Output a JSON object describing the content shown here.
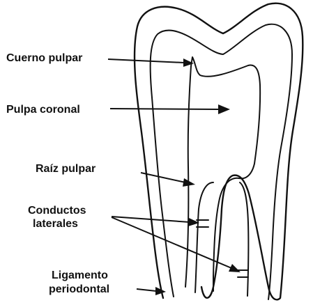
{
  "labels": {
    "pulp_horn": "Cuerno pulpar",
    "coronal_pulp": "Pulpa coronal",
    "root_pulp": "Raíz pulpar",
    "lateral_canals_line1": "Conductos",
    "lateral_canals_line2": "laterales",
    "periodontal_ligament_line1": "Ligamento",
    "periodontal_ligament_line2": "periodontal"
  },
  "colors": {
    "line": "#111111",
    "background": "#ffffff"
  }
}
